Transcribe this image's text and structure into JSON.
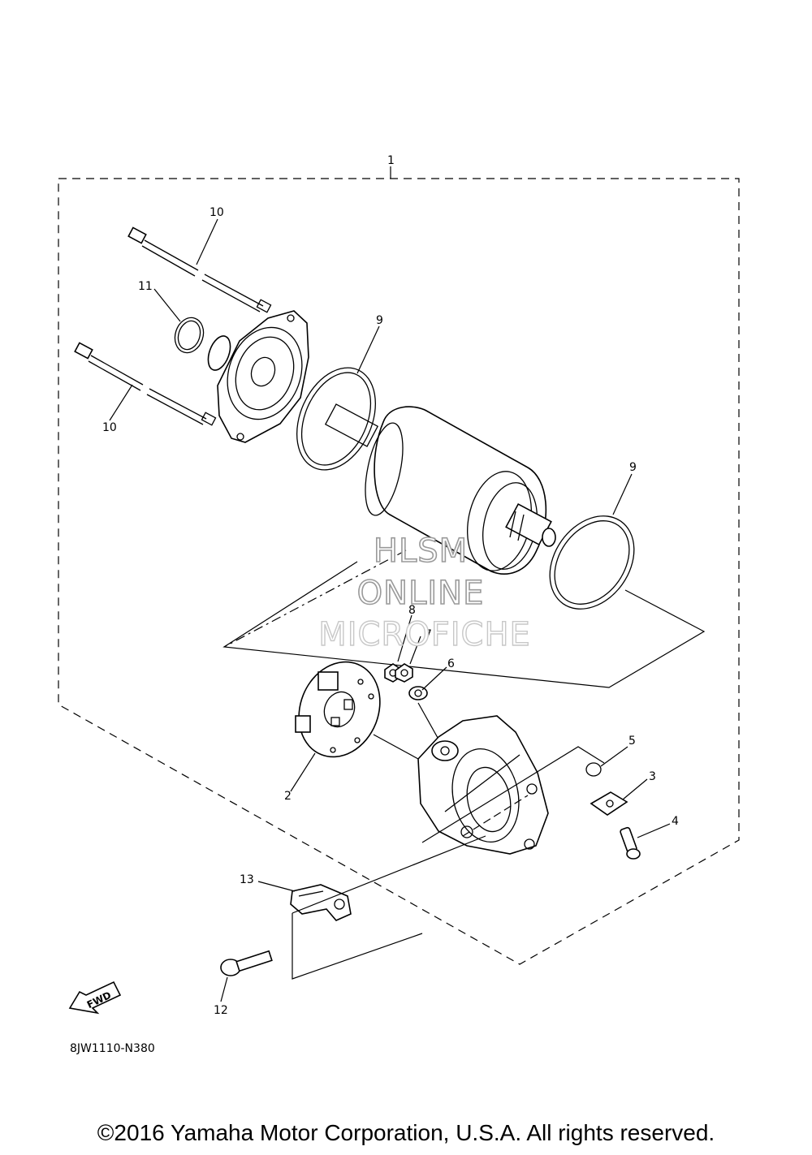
{
  "diagram": {
    "callouts": [
      "1",
      "2",
      "3",
      "4",
      "5",
      "6",
      "7",
      "8",
      "9",
      "9",
      "10",
      "10",
      "11",
      "12",
      "13"
    ],
    "watermark": [
      "HLSM",
      "ONLINE",
      "MICROFICHE"
    ],
    "fwd_label": "FWD",
    "drawing_code": "8JW1110-N380",
    "copyright": "©2016 Yamaha Motor Corporation, U.S.A. All rights reserved."
  }
}
